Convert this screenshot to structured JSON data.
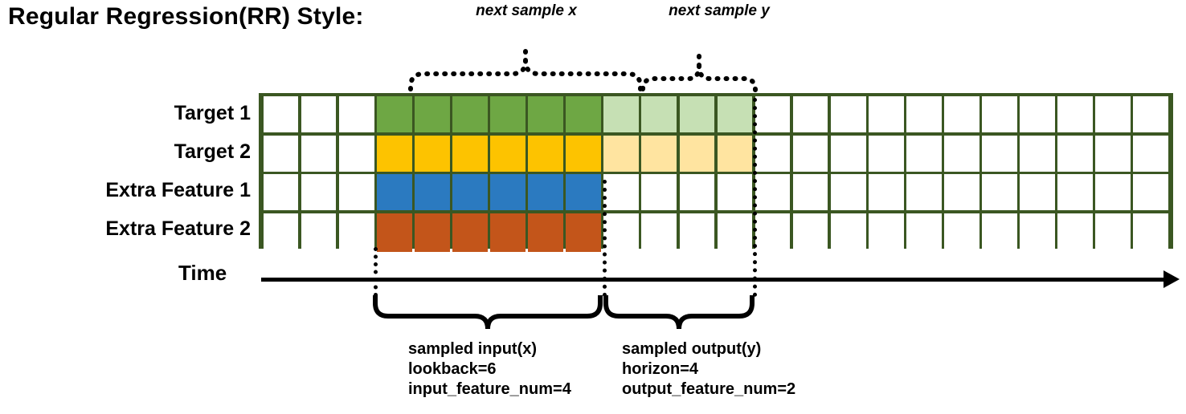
{
  "title": "Regular Regression(RR) Style:",
  "top_annotations": [
    {
      "label": "next sample x"
    },
    {
      "label": "next sample y"
    }
  ],
  "row_labels": [
    {
      "label": "Target 1"
    },
    {
      "label": "Target 2"
    },
    {
      "label": "Extra Feature 1"
    },
    {
      "label": "Extra Feature 2"
    }
  ],
  "axis": {
    "label": "Time"
  },
  "grid": {
    "columns": 24,
    "rows": [
      {
        "name": "Target 1",
        "cells": [
          "white",
          "white",
          "white",
          "green",
          "green",
          "green",
          "green",
          "green",
          "green",
          "green-light",
          "green-light",
          "green-light",
          "green-light",
          "white",
          "white",
          "white",
          "white",
          "white",
          "white",
          "white",
          "white",
          "white",
          "white",
          "white"
        ]
      },
      {
        "name": "Target 2",
        "cells": [
          "white",
          "white",
          "white",
          "yellow",
          "yellow",
          "yellow",
          "yellow",
          "yellow",
          "yellow",
          "yellow-light",
          "yellow-light",
          "yellow-light",
          "yellow-light",
          "white",
          "white",
          "white",
          "white",
          "white",
          "white",
          "white",
          "white",
          "white",
          "white",
          "white"
        ]
      },
      {
        "name": "Extra Feature 1",
        "cells": [
          "white",
          "white",
          "white",
          "blue",
          "blue",
          "blue",
          "blue",
          "blue",
          "blue",
          "white",
          "white",
          "white",
          "white",
          "white",
          "white",
          "white",
          "white",
          "white",
          "white",
          "white",
          "white",
          "white",
          "white",
          "white"
        ]
      },
      {
        "name": "Extra Feature 2",
        "cells": [
          "white",
          "white",
          "white",
          "orange",
          "orange",
          "orange",
          "orange",
          "orange",
          "orange",
          "white",
          "white",
          "white",
          "white",
          "white",
          "white",
          "white",
          "white",
          "white",
          "white",
          "white",
          "white",
          "white",
          "white",
          "white"
        ]
      }
    ]
  },
  "colors": {
    "green": "#6ea744",
    "green_light": "#c6e0b4",
    "yellow": "#fdc300",
    "yellow_light": "#ffe4a0",
    "blue": "#2b7ac0",
    "orange": "#c3551a",
    "grid_border": "#3b5722",
    "white": "#ffffff"
  },
  "bottom_annotations": [
    {
      "line1": "sampled input(x)",
      "line2": "lookback=6",
      "line3": "input_feature_num=4"
    },
    {
      "line1": "sampled output(y)",
      "line2": "horizon=4",
      "line3": "output_feature_num=2"
    }
  ]
}
